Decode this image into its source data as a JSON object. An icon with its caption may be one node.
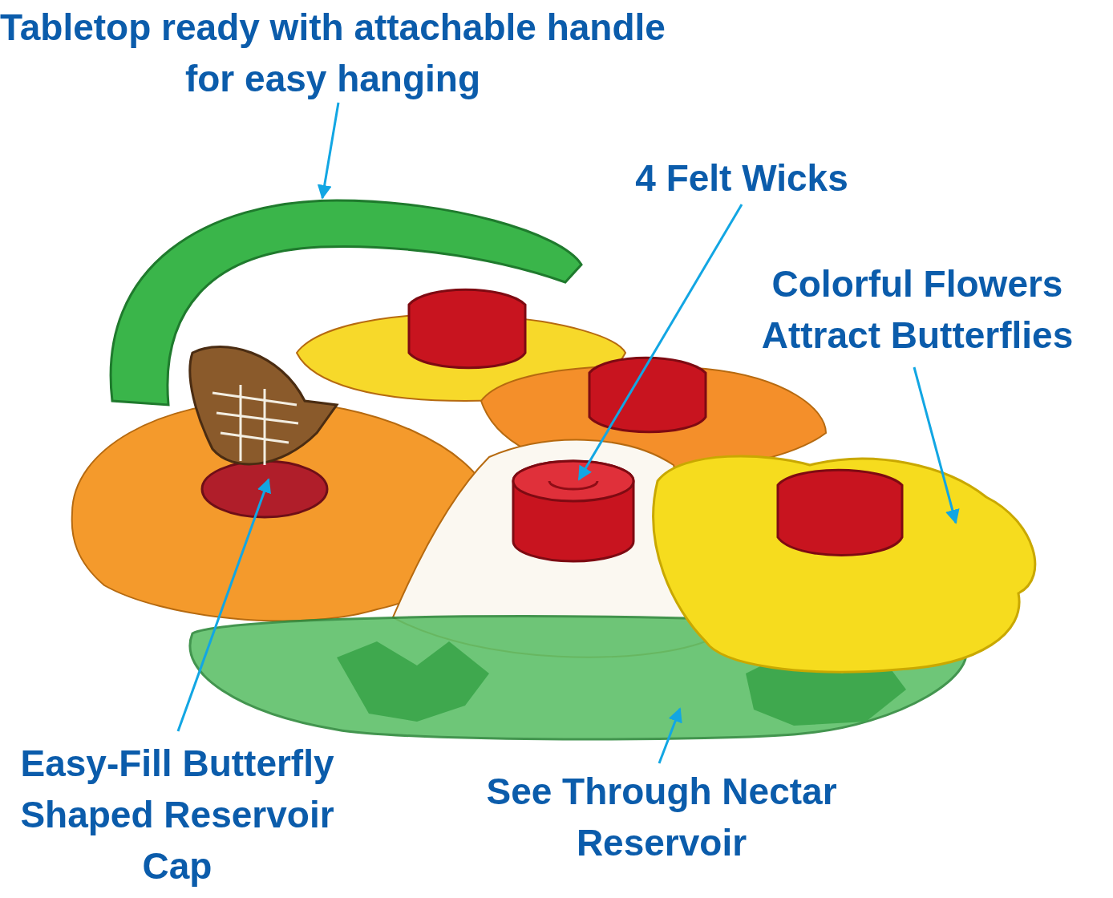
{
  "diagram": {
    "nodes": [
      {
        "text": [
          "Tabletop ready with attachable handle for easy hanging"
        ]
      },
      {
        "text": [
          "4 Felt Wicks"
        ]
      },
      {
        "text": [
          "Colorful Flowers Attract Butterflies"
        ]
      },
      {
        "text": [
          "Easy-Fill Butterfly Shaped Reservoir Cap"
        ]
      },
      {
        "text": [
          "See Through Nectar Reservoir"
        ]
      },
      {
        "text": [],
        "shape": "picture"
      },
      {
        "text": [],
        "shape": "cylinder"
      },
      {
        "text": [],
        "shape": "picture"
      },
      {
        "text": [],
        "shape": "picture"
      },
      {
        "text": [],
        "shape": "picture"
      }
    ],
    "edges": [
      {
        "from": 0,
        "to": 5,
        "arrow": "to"
      },
      {
        "from": 1,
        "to": 6,
        "arrow": "to"
      },
      {
        "from": 2,
        "to": 7,
        "arrow": "to"
      },
      {
        "from": 3,
        "to": 8,
        "arrow": "to"
      },
      {
        "from": 4,
        "to": 9,
        "arrow": "to"
      }
    ]
  }
}
